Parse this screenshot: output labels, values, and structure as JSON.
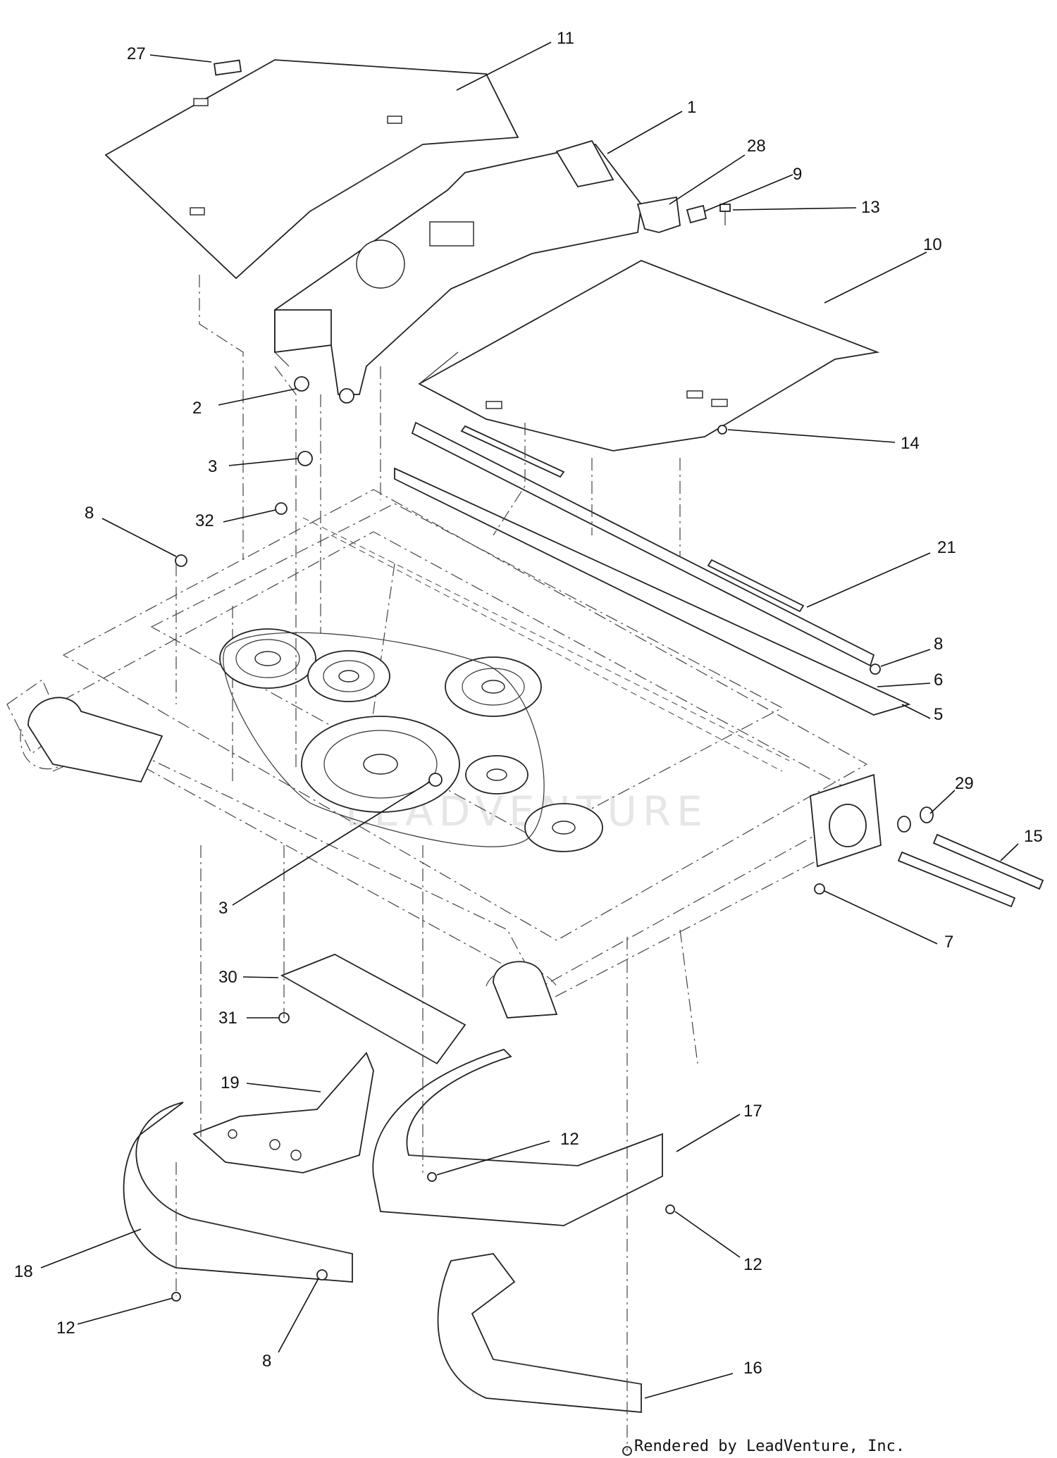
{
  "callouts": [
    {
      "id": "c27",
      "label": "27"
    },
    {
      "id": "c11",
      "label": "11"
    },
    {
      "id": "c1",
      "label": "1"
    },
    {
      "id": "c28",
      "label": "28"
    },
    {
      "id": "c9",
      "label": "9"
    },
    {
      "id": "c13",
      "label": "13"
    },
    {
      "id": "c10",
      "label": "10"
    },
    {
      "id": "c2",
      "label": "2"
    },
    {
      "id": "c3a",
      "label": "3"
    },
    {
      "id": "c14",
      "label": "14"
    },
    {
      "id": "c8a",
      "label": "8"
    },
    {
      "id": "c32",
      "label": "32"
    },
    {
      "id": "c21",
      "label": "21"
    },
    {
      "id": "c8b",
      "label": "8"
    },
    {
      "id": "c6",
      "label": "6"
    },
    {
      "id": "c5",
      "label": "5"
    },
    {
      "id": "c29",
      "label": "29"
    },
    {
      "id": "c15",
      "label": "15"
    },
    {
      "id": "c3b",
      "label": "3"
    },
    {
      "id": "c7",
      "label": "7"
    },
    {
      "id": "c30",
      "label": "30"
    },
    {
      "id": "c31",
      "label": "31"
    },
    {
      "id": "c19",
      "label": "19"
    },
    {
      "id": "c17",
      "label": "17"
    },
    {
      "id": "c12a",
      "label": "12"
    },
    {
      "id": "c18",
      "label": "18"
    },
    {
      "id": "c12b",
      "label": "12"
    },
    {
      "id": "c12c",
      "label": "12"
    },
    {
      "id": "c8c",
      "label": "8"
    },
    {
      "id": "c16",
      "label": "16"
    }
  ],
  "watermark": "LEADVENTURE",
  "footer": "Rendered by LeadVenture, Inc.",
  "colors": {
    "line": "#222222",
    "background": "#ffffff",
    "watermark": "#e6e6e6"
  }
}
